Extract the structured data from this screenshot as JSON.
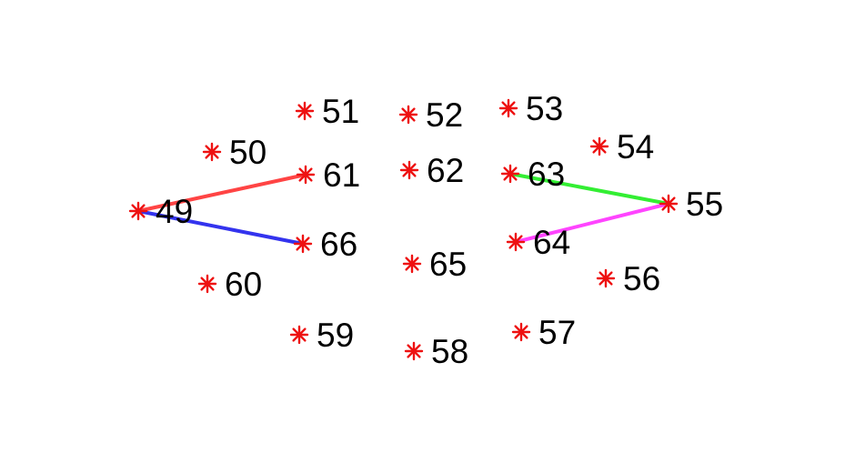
{
  "diagram": {
    "marker_color": "#ee1111",
    "label_color": "#000000",
    "points": [
      {
        "id": "49",
        "label": "49"
      },
      {
        "id": "50",
        "label": "50"
      },
      {
        "id": "51",
        "label": "51"
      },
      {
        "id": "52",
        "label": "52"
      },
      {
        "id": "53",
        "label": "53"
      },
      {
        "id": "54",
        "label": "54"
      },
      {
        "id": "55",
        "label": "55"
      },
      {
        "id": "56",
        "label": "56"
      },
      {
        "id": "57",
        "label": "57"
      },
      {
        "id": "58",
        "label": "58"
      },
      {
        "id": "59",
        "label": "59"
      },
      {
        "id": "60",
        "label": "60"
      },
      {
        "id": "61",
        "label": "61"
      },
      {
        "id": "62",
        "label": "62"
      },
      {
        "id": "63",
        "label": "63"
      },
      {
        "id": "64",
        "label": "64"
      },
      {
        "id": "65",
        "label": "65"
      },
      {
        "id": "66",
        "label": "66"
      }
    ],
    "connections": [
      {
        "from": "49",
        "to": "61",
        "color": "#ff4444"
      },
      {
        "from": "49",
        "to": "66",
        "color": "#3333ee"
      },
      {
        "from": "63",
        "to": "55",
        "color": "#33ee33"
      },
      {
        "from": "64",
        "to": "55",
        "color": "#ff44ff"
      }
    ]
  }
}
